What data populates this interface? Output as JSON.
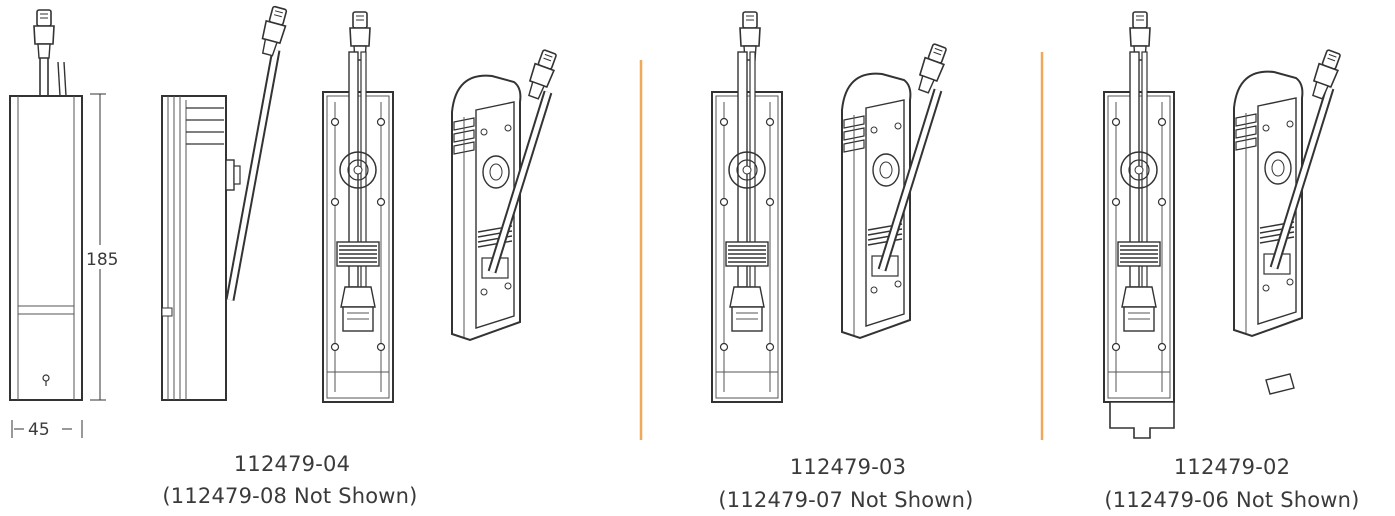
{
  "dimensions": {
    "height_label": "185",
    "width_label": "45"
  },
  "groups": [
    {
      "model": "112479-04",
      "note": "(112479-08 Not Shown)"
    },
    {
      "model": "112479-03",
      "note": "(112479-07 Not Shown)"
    },
    {
      "model": "112479-02",
      "note": "(112479-06 Not Shown)"
    }
  ],
  "colors": {
    "divider": "#f0a85a",
    "line": "#333333",
    "shade": "#c9c9c9"
  }
}
